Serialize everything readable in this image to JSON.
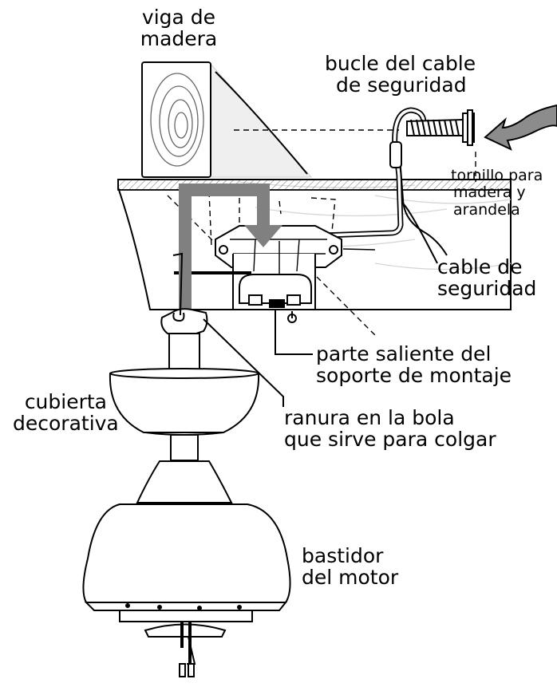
{
  "labels": {
    "wood_beam": [
      "viga de",
      "madera"
    ],
    "safety_cable_loop": [
      "bucle del cable",
      "de seguridad"
    ],
    "wood_screw_washer": [
      "tornillo para",
      "madera y",
      "arandela"
    ],
    "safety_cable": [
      "cable de",
      "seguridad"
    ],
    "mounting_bracket_tab": [
      "parte saliente del",
      "soporte de montaje"
    ],
    "canopy": [
      "cubierta",
      "decorativa"
    ],
    "hanger_ball_slot": [
      "ranura en la bola",
      "que sirve para colgar"
    ],
    "motor_housing": [
      "bastidor",
      "del motor"
    ]
  },
  "colors": {
    "line": "#000000",
    "gray_arrow": "#808080",
    "wood_grain": "#cfcfcf",
    "hatch": "#9a9a9a"
  },
  "icons": [
    "curved-arrow-icon"
  ]
}
